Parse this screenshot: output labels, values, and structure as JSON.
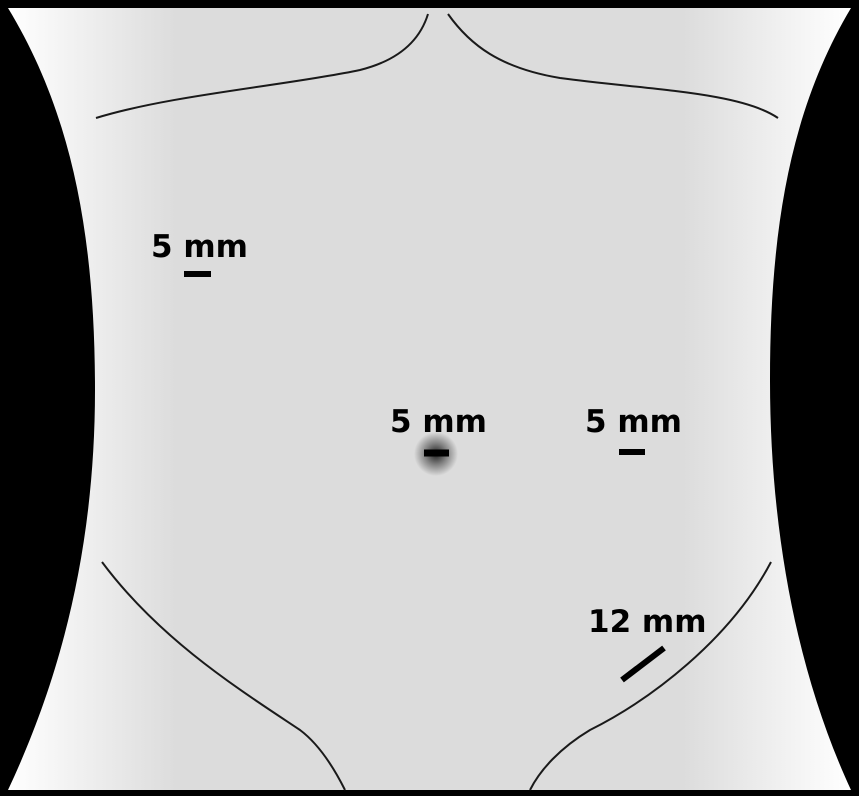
{
  "diagram": {
    "colors": {
      "background": "#000000",
      "skin": "#dcdcdc",
      "skin_edge": "#ffffff",
      "outline": "#1a1a1a",
      "incision": "#000000"
    },
    "ports": [
      {
        "id": "right-upper",
        "label": "5 mm",
        "orientation": "horizontal"
      },
      {
        "id": "umbilical",
        "label": "5 mm",
        "orientation": "horizontal",
        "highlighted": true
      },
      {
        "id": "left-mid",
        "label": "5 mm",
        "orientation": "horizontal"
      },
      {
        "id": "left-lower",
        "label": "12 mm",
        "orientation": "oblique"
      }
    ]
  }
}
